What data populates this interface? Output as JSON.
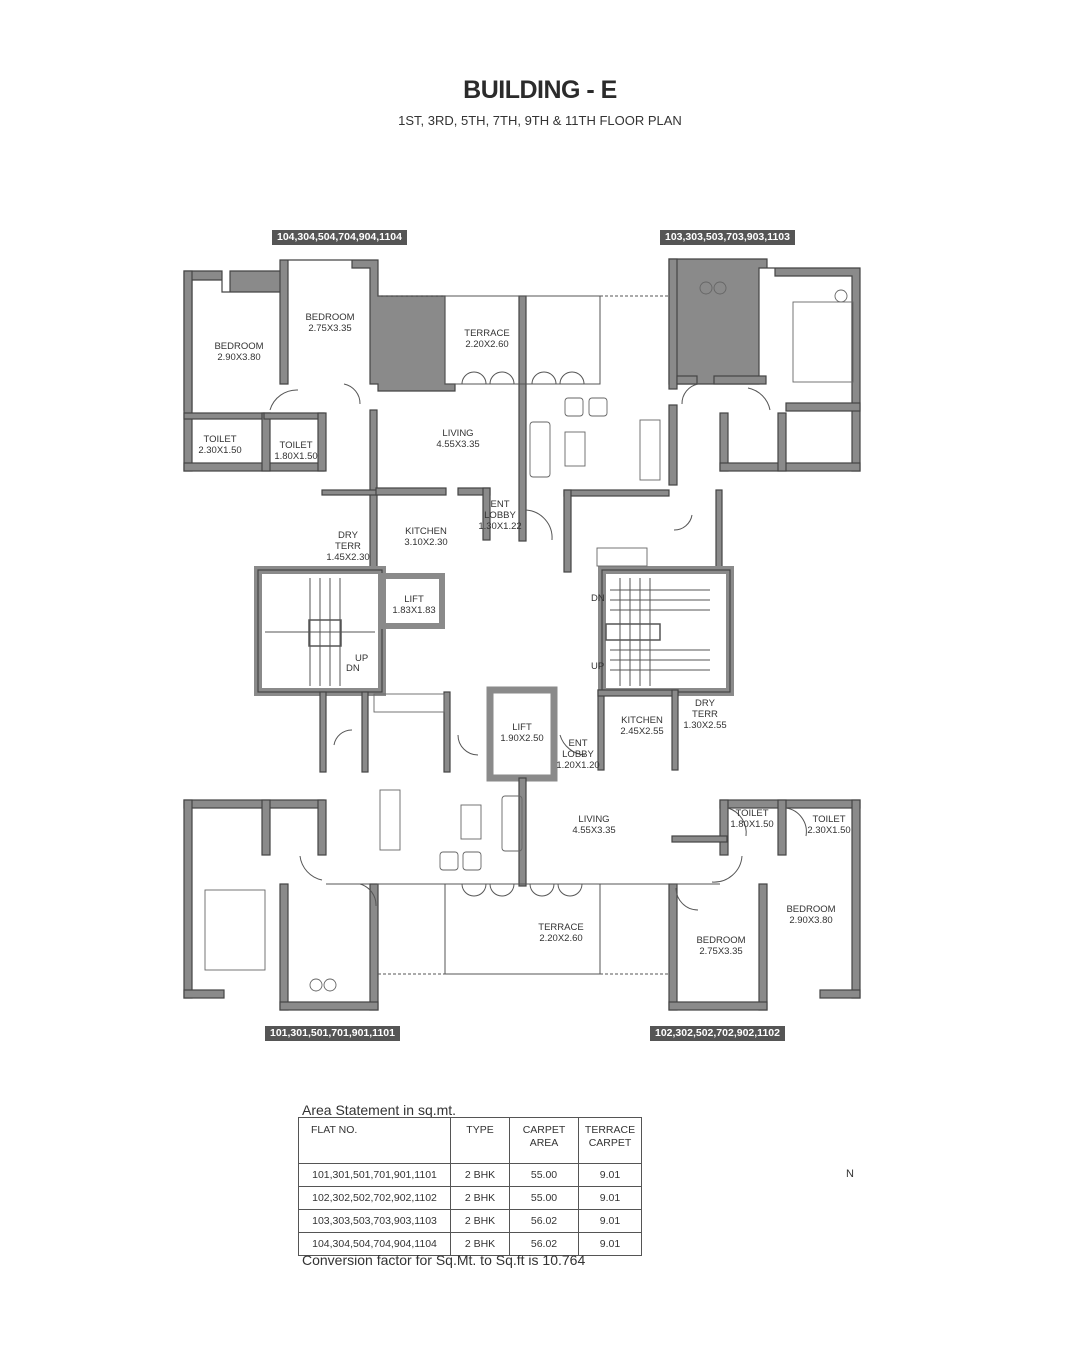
{
  "header": {
    "title": "BUILDING - E",
    "subtitle": "1ST, 3RD, 5TH, 7TH, 9TH & 11TH FLOOR PLAN"
  },
  "unit_tags": {
    "top_left": "104,304,504,704,904,1104",
    "top_right": "103,303,503,703,903,1103",
    "bottom_left": "101,301,501,701,901,1101",
    "bottom_right": "102,302,502,702,902,1102"
  },
  "rooms": {
    "tl_bedroom_large": {
      "name": "BEDROOM",
      "size": "2.90X3.80"
    },
    "tl_bedroom_small": {
      "name": "BEDROOM",
      "size": "2.75X3.35"
    },
    "tl_terrace": {
      "name": "TERRACE",
      "size": "2.20X2.60"
    },
    "tl_toilet_1": {
      "name": "TOILET",
      "size": "2.30X1.50"
    },
    "tl_toilet_2": {
      "name": "TOILET",
      "size": "1.80X1.50"
    },
    "tl_living": {
      "name": "LIVING",
      "size": "4.55X3.35"
    },
    "tl_dry_terr": {
      "name1": "DRY",
      "name2": "TERR",
      "size": "1.45X2.30"
    },
    "tl_kitchen": {
      "name": "KITCHEN",
      "size": "3.10X2.30"
    },
    "tl_ent_lobby": {
      "name1": "ENT",
      "name2": "LOBBY",
      "size": "1.30X1.22"
    },
    "lift_1": {
      "name": "LIFT",
      "size": "1.83X1.83"
    },
    "lift_2": {
      "name": "LIFT",
      "size": "1.90X2.50"
    },
    "br_ent_lobby": {
      "name1": "ENT",
      "name2": "LOBBY",
      "size": "1.20X1.20"
    },
    "br_kitchen": {
      "name": "KITCHEN",
      "size": "2.45X2.55"
    },
    "br_dry_terr": {
      "name1": "DRY",
      "name2": "TERR",
      "size": "1.30X2.55"
    },
    "br_living": {
      "name": "LIVING",
      "size": "4.55X3.35"
    },
    "br_toilet_1": {
      "name": "TOILET",
      "size": "1.80X1.50"
    },
    "br_toilet_2": {
      "name": "TOILET",
      "size": "2.30X1.50"
    },
    "br_bedroom_large": {
      "name": "BEDROOM",
      "size": "2.90X3.80"
    },
    "br_bedroom_small": {
      "name": "BEDROOM",
      "size": "2.75X3.35"
    },
    "br_terrace": {
      "name": "TERRACE",
      "size": "2.20X2.60"
    }
  },
  "stairs": {
    "left_up": "UP",
    "left_dn": "DN",
    "right_dn": "DN",
    "right_up": "UP"
  },
  "area_statement": {
    "title": "Area Statement in sq.mt.",
    "headers": [
      "FLAT NO.",
      "TYPE",
      "CARPET AREA",
      "TERRACE CARPET"
    ],
    "rows": [
      [
        "101,301,501,701,901,1101",
        "2 BHK",
        "55.00",
        "9.01"
      ],
      [
        "102,302,502,702,902,1102",
        "2 BHK",
        "55.00",
        "9.01"
      ],
      [
        "103,303,503,703,903,1103",
        "2 BHK",
        "56.02",
        "9.01"
      ],
      [
        "104,304,504,704,904,1104",
        "2 BHK",
        "56.02",
        "9.01"
      ]
    ],
    "conversion_note": "Conversion factor for Sq.Mt. to Sq.ft is 10.764"
  },
  "compass": {
    "label": "N"
  },
  "colors": {
    "wall": "#8a8a8a",
    "wall_edge": "#444444",
    "tag_bg": "#555555"
  }
}
